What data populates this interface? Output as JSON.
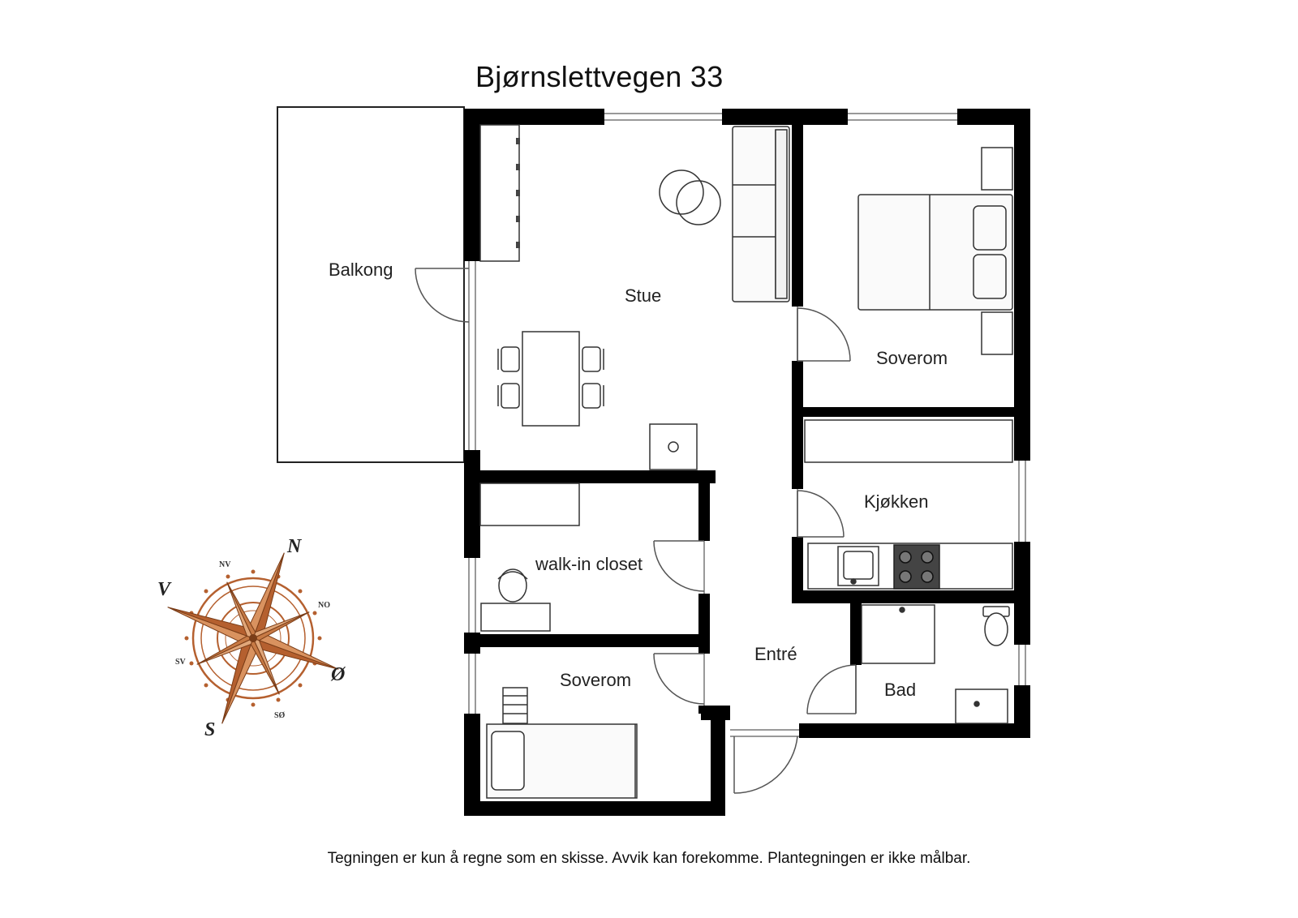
{
  "title": "Bjørnslettvegen 33",
  "rooms": {
    "balkong": "Balkong",
    "stue": "Stue",
    "soverom_main": "Soverom",
    "kjokken": "Kjøkken",
    "walk_in_closet": "walk-in closet",
    "entre": "Entré",
    "soverom_small": "Soverom",
    "bad": "Bad"
  },
  "compass": {
    "n": "N",
    "s": "S",
    "v": "V",
    "o": "Ø",
    "nv": "NV",
    "no": "NO",
    "sv": "SV",
    "so": "SØ",
    "color": "#b5602f"
  },
  "disclaimer": "Tegningen er kun å regne som en skisse. Avvik kan forekomme. Plantegningen er ikke målbar."
}
